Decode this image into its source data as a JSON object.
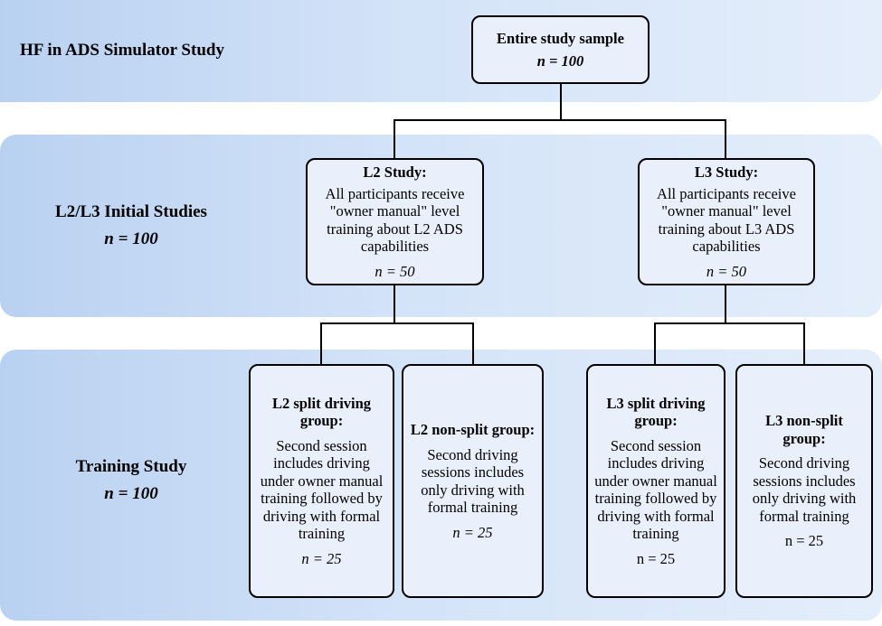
{
  "bands": {
    "top_label": "HF in ADS Simulator Study",
    "mid_label": "L2/L3 Initial Studies",
    "mid_n": "n = 100",
    "bottom_label": "Training Study",
    "bottom_n": "n = 100"
  },
  "boxes": {
    "root": {
      "title": "Entire study sample",
      "n": "n = 100"
    },
    "l2": {
      "title": "L2 Study:",
      "desc": "All participants receive \"owner manual\" level training about L2 ADS capabilities",
      "n": "n = 50"
    },
    "l3": {
      "title": "L3 Study:",
      "desc": "All participants receive \"owner manual\" level training about L3 ADS capabilities",
      "n": "n = 50"
    },
    "l2_split": {
      "title": "L2 split driving group:",
      "desc": "Second session includes driving under owner manual training followed by driving with formal training",
      "n": "n = 25"
    },
    "l2_nonsplit": {
      "title": "L2 non-split group:",
      "desc": "Second driving sessions includes only driving with formal training",
      "n": "n = 25"
    },
    "l3_split": {
      "title": "L3 split driving group:",
      "desc": "Second session includes driving under owner manual training followed by driving with formal training",
      "n": "n = 25"
    },
    "l3_nonsplit": {
      "title": "L3 non-split group:",
      "desc": "Second driving sessions includes only driving with formal training",
      "n": "n = 25"
    }
  }
}
